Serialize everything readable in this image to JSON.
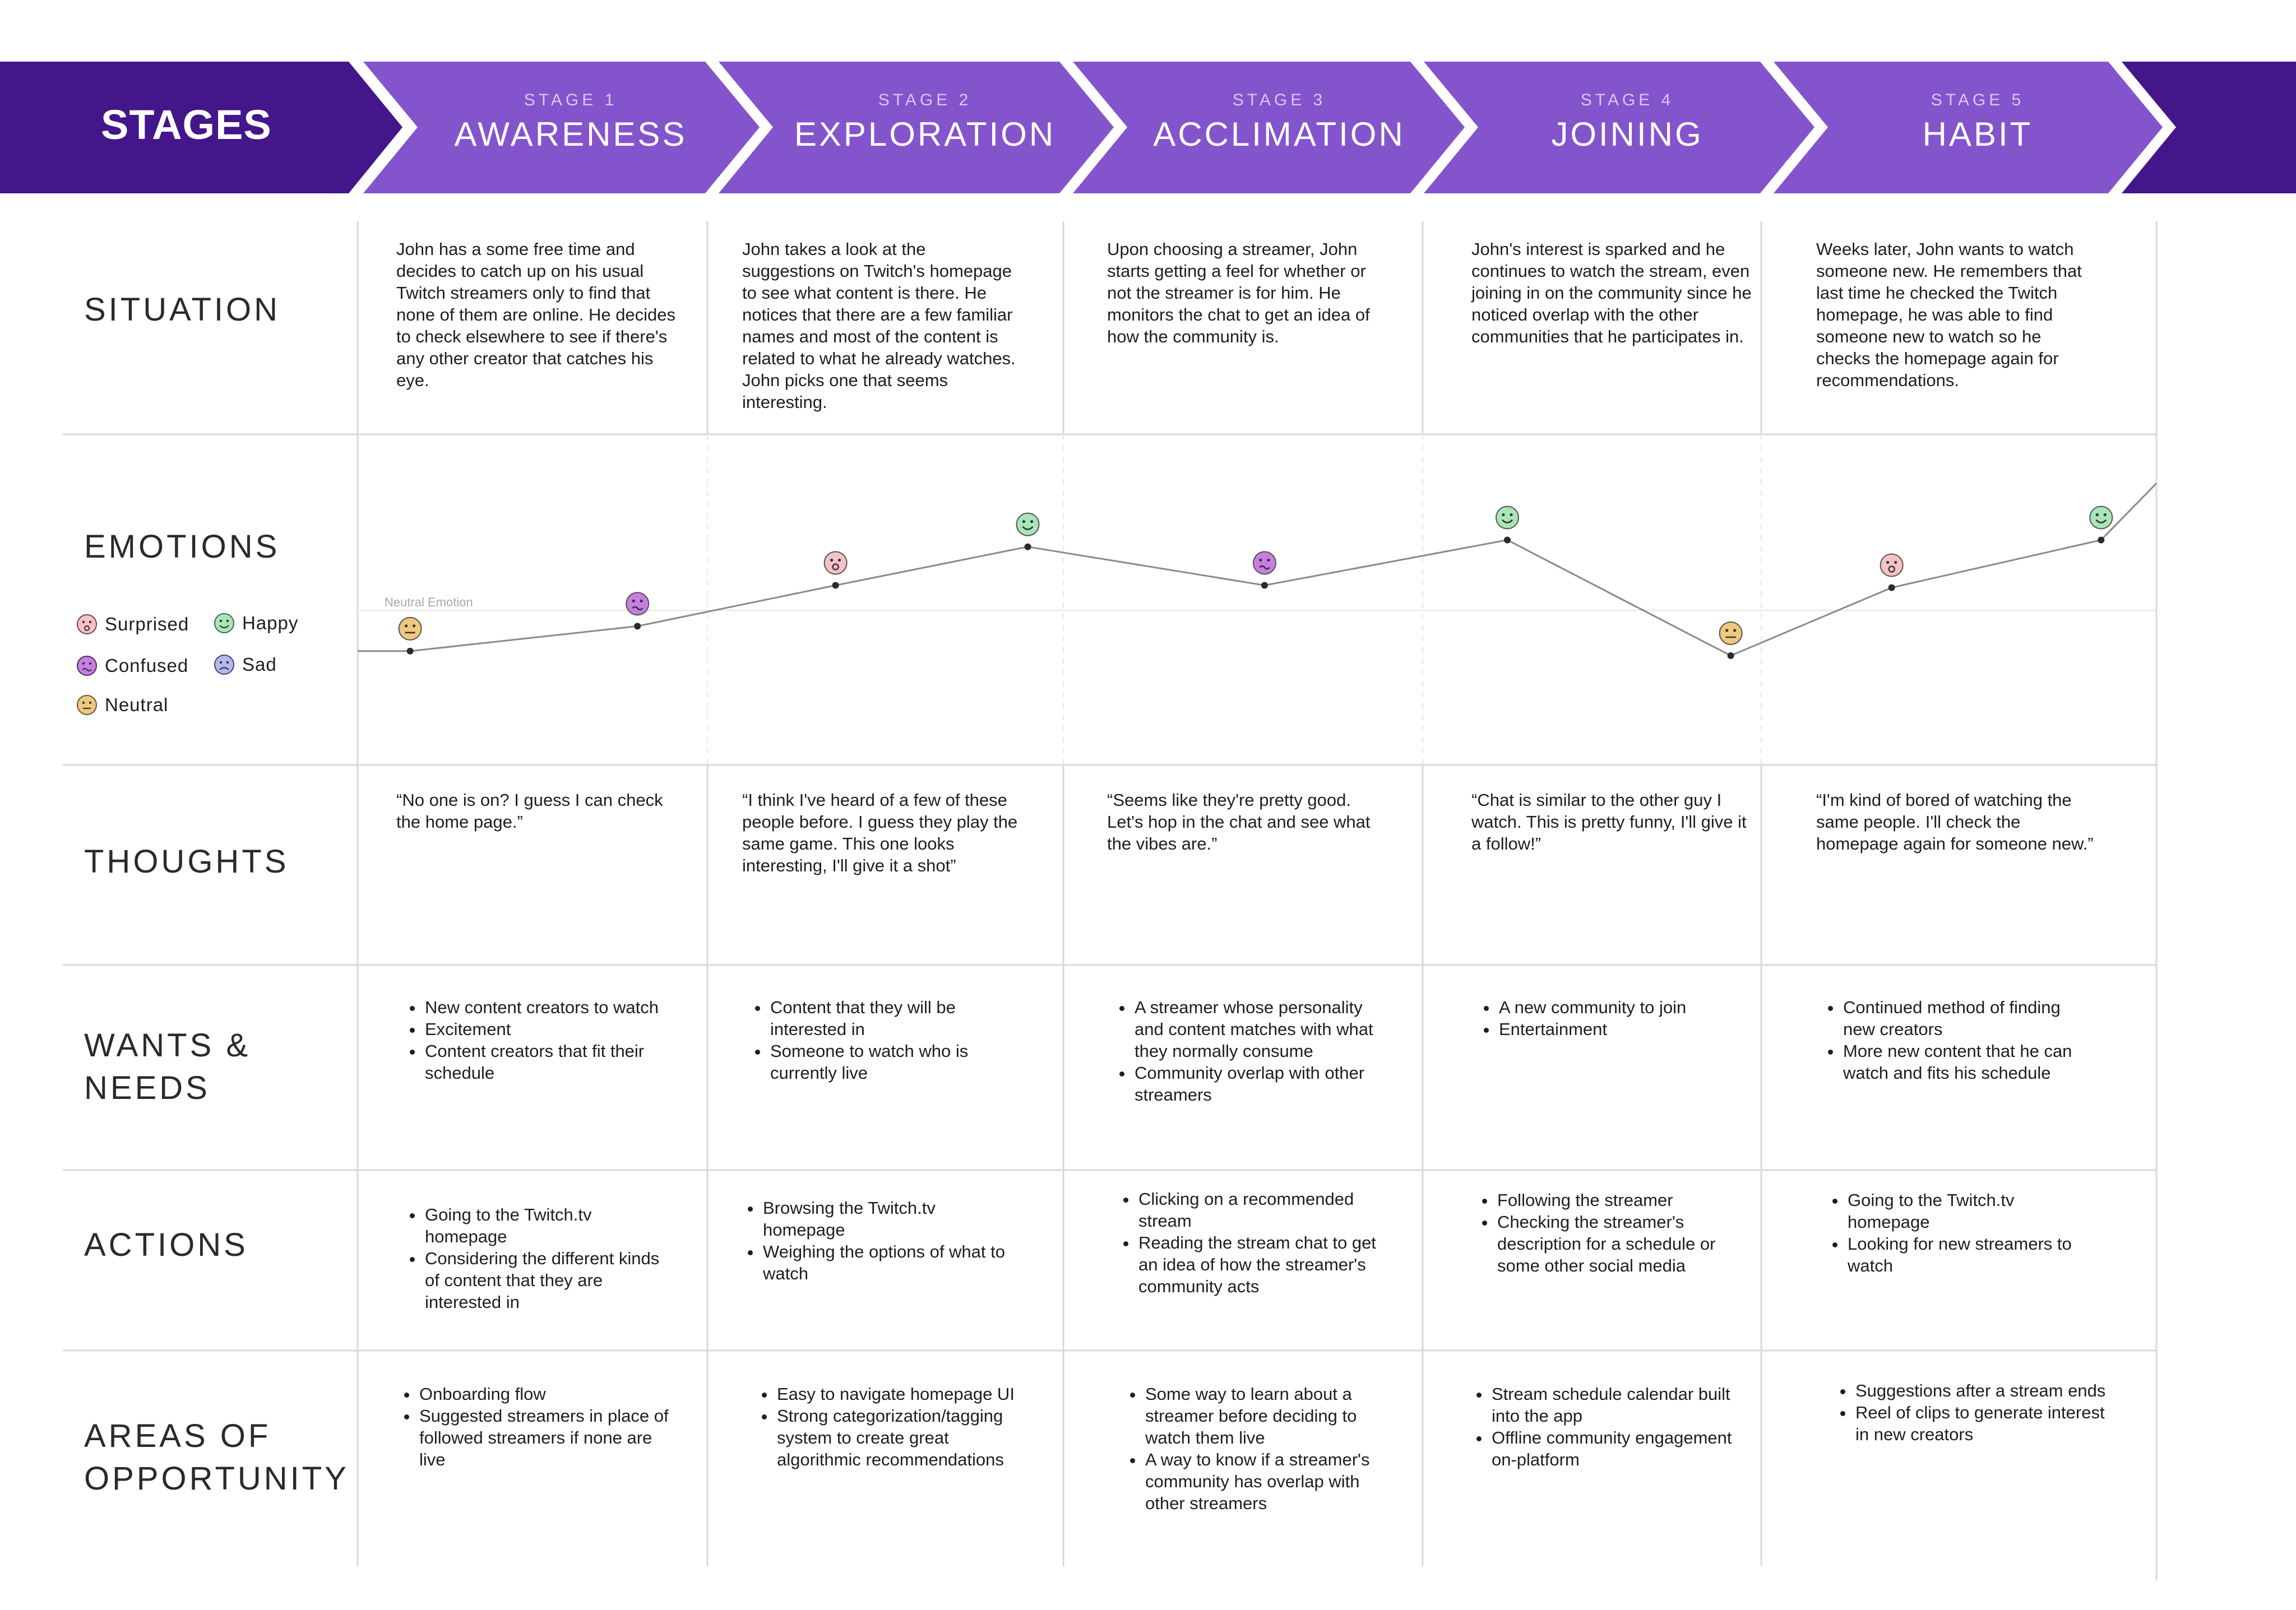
{
  "colors": {
    "banner_dark": "#43168a",
    "banner_stage": "#8454cc",
    "grid_line": "#d9d9d9",
    "emotion_line": "#8a8a8a",
    "surprised": "#f6c1c7",
    "happy": "#a8e6b8",
    "confused": "#c77ee3",
    "sad": "#b3b8ef",
    "neutral": "#efc77f"
  },
  "header": {
    "stages_label": "STAGES",
    "stages": [
      {
        "number": "STAGE 1",
        "name": "AWARENESS"
      },
      {
        "number": "STAGE 2",
        "name": "EXPLORATION"
      },
      {
        "number": "STAGE 3",
        "name": "ACCLIMATION"
      },
      {
        "number": "STAGE 4",
        "name": "JOINING"
      },
      {
        "number": "STAGE 5",
        "name": "HABIT"
      }
    ]
  },
  "rows": {
    "situation": {
      "label": "SITUATION",
      "cells": [
        "John has a some free time and decides to catch up on his usual Twitch streamers only to find that none of them are online. He decides to check elsewhere to see if there's any other creator that catches his eye.",
        "John takes a look at the suggestions on Twitch's homepage to see what content is there. He notices that there are a few familiar names and most of the content is related to what he already watches. John picks one that seems interesting.",
        "Upon choosing a streamer, John starts getting a feel for whether or not the streamer is for him. He monitors the chat to get an idea of how the community is.",
        "John's interest is sparked and he continues to watch the stream, even joining in on the community since he noticed overlap with the other communities that he participates in.",
        "Weeks later, John wants to watch someone new. He remembers that last time he checked the Twitch homepage, he was able to find someone new to watch so he checks the homepage again for recommendations."
      ]
    },
    "emotions": {
      "label": "EMOTIONS",
      "neutral_label": "Neutral Emotion",
      "legend": [
        {
          "emotion": "surprised",
          "label": "Surprised",
          "icon": "surprised-face-icon"
        },
        {
          "emotion": "happy",
          "label": "Happy",
          "icon": "happy-face-icon"
        },
        {
          "emotion": "confused",
          "label": "Confused",
          "icon": "confused-face-icon"
        },
        {
          "emotion": "sad",
          "label": "Sad",
          "icon": "sad-face-icon"
        },
        {
          "emotion": "neutral",
          "label": "Neutral",
          "icon": "neutral-face-icon"
        }
      ]
    },
    "thoughts": {
      "label": "THOUGHTS",
      "cells": [
        "“No one is on? I guess I can check the home page.”",
        "“I think I've heard of a few of these people before. I guess they play the same game. This one looks interesting, I'll give it a shot”",
        "“Seems like they're pretty good. Let's hop in the chat and see what the vibes are.”",
        "“Chat is similar to the other guy I watch. This is pretty funny, I'll give it a follow!”",
        "“I'm kind of bored of watching the same people. I'll check the homepage again for someone new.”"
      ]
    },
    "wants": {
      "label_line1": "WANTS &",
      "label_line2": "NEEDS",
      "cells": [
        [
          "New content creators to watch",
          "Excitement",
          "Content creators that fit their schedule"
        ],
        [
          "Content that they will be interested in",
          "Someone to watch who is currently live"
        ],
        [
          "A streamer whose personality and content matches with what they normally consume",
          "Community overlap with other streamers"
        ],
        [
          "A new community to join",
          "Entertainment"
        ],
        [
          "Continued method of finding new creators",
          "More new content that he can watch and fits his schedule"
        ]
      ]
    },
    "actions": {
      "label": "ACTIONS",
      "cells": [
        [
          "Going to the Twitch.tv homepage",
          "Considering the different kinds of content that they are interested in"
        ],
        [
          "Browsing the Twitch.tv homepage",
          "Weighing the options of what to watch"
        ],
        [
          "Clicking on a recommended stream",
          "Reading the stream chat to get an idea of how the streamer's community acts"
        ],
        [
          "Following the streamer",
          "Checking the streamer's description for a schedule or some other social media"
        ],
        [
          "Going to the Twitch.tv homepage",
          "Looking for new streamers to watch"
        ]
      ]
    },
    "opportunity": {
      "label_line1": "AREAS OF",
      "label_line2": "OPPORTUNITY",
      "cells": [
        [
          "Onboarding flow",
          "Suggested streamers in place of followed streamers if none are live"
        ],
        [
          "Easy to navigate homepage UI",
          "Strong categorization/tagging system to create great algorithmic recommendations"
        ],
        [
          "Some way to learn about a streamer before deciding to watch them live",
          "A way to know if a streamer's community has overlap with other streamers"
        ],
        [
          "Stream schedule calendar built into the app",
          "Offline community engagement on-platform"
        ],
        [
          "Suggestions after a stream ends",
          "Reel of clips to generate interest in new creators"
        ]
      ]
    }
  },
  "chart_data": {
    "type": "line",
    "title": "",
    "xlabel": "",
    "ylabel": "",
    "categories": [
      "STAGE 1",
      "STAGE 2",
      "STAGE 3",
      "STAGE 4",
      "STAGE 5"
    ],
    "ylim": [
      -1,
      3.2
    ],
    "neutral_level": 0,
    "points": [
      {
        "stage": 1,
        "x": 0.15,
        "y": -0.9,
        "emotion": "neutral"
      },
      {
        "stage": 1,
        "x": 0.8,
        "y": -0.35,
        "emotion": "confused"
      },
      {
        "stage": 2,
        "x": 1.36,
        "y": 0.55,
        "emotion": "surprised"
      },
      {
        "stage": 2,
        "x": 1.9,
        "y": 1.4,
        "emotion": "happy"
      },
      {
        "stage": 3,
        "x": 2.56,
        "y": 0.55,
        "emotion": "confused"
      },
      {
        "stage": 4,
        "x": 3.25,
        "y": 1.55,
        "emotion": "happy"
      },
      {
        "stage": 4,
        "x": 3.91,
        "y": -1.0,
        "emotion": "neutral"
      },
      {
        "stage": 5,
        "x": 4.33,
        "y": 0.5,
        "emotion": "surprised"
      },
      {
        "stage": 5,
        "x": 4.86,
        "y": 1.55,
        "emotion": "happy"
      }
    ],
    "trend_out": {
      "x": 5.2,
      "y": 2.8
    }
  }
}
